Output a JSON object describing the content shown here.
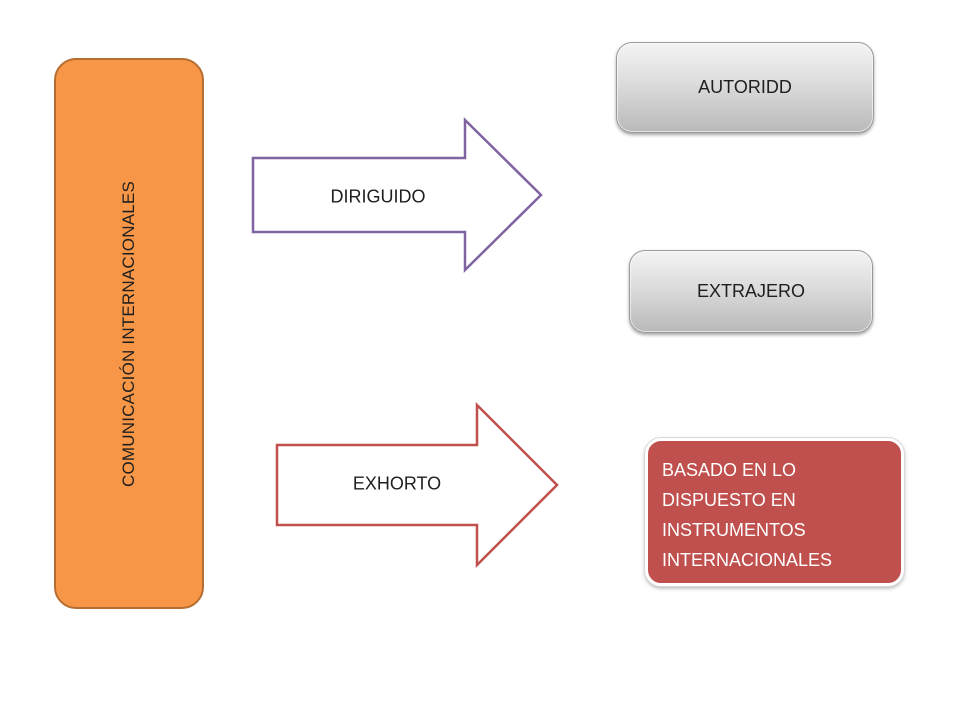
{
  "diagram": {
    "main_label": "COMUNICACIÓN INTERNACIONALES",
    "arrow_top_label": "DIRIGUIDO",
    "arrow_bottom_label": "EXHORTO",
    "box_top_label": "AUTORIDD",
    "box_middle_label": "EXTRAJERO",
    "box_bottom_lines": [
      "BASADO EN LO",
      "DISPUESTO EN",
      "INSTRUMENTOS",
      "INTERNACIONALES"
    ]
  },
  "colors": {
    "main_bar": "#f79646",
    "arrow_top_stroke": "#8064a2",
    "arrow_bottom_stroke": "#c0504d",
    "box_bottom_fill": "#c0504d",
    "box_grey": "#d9d9d9"
  }
}
